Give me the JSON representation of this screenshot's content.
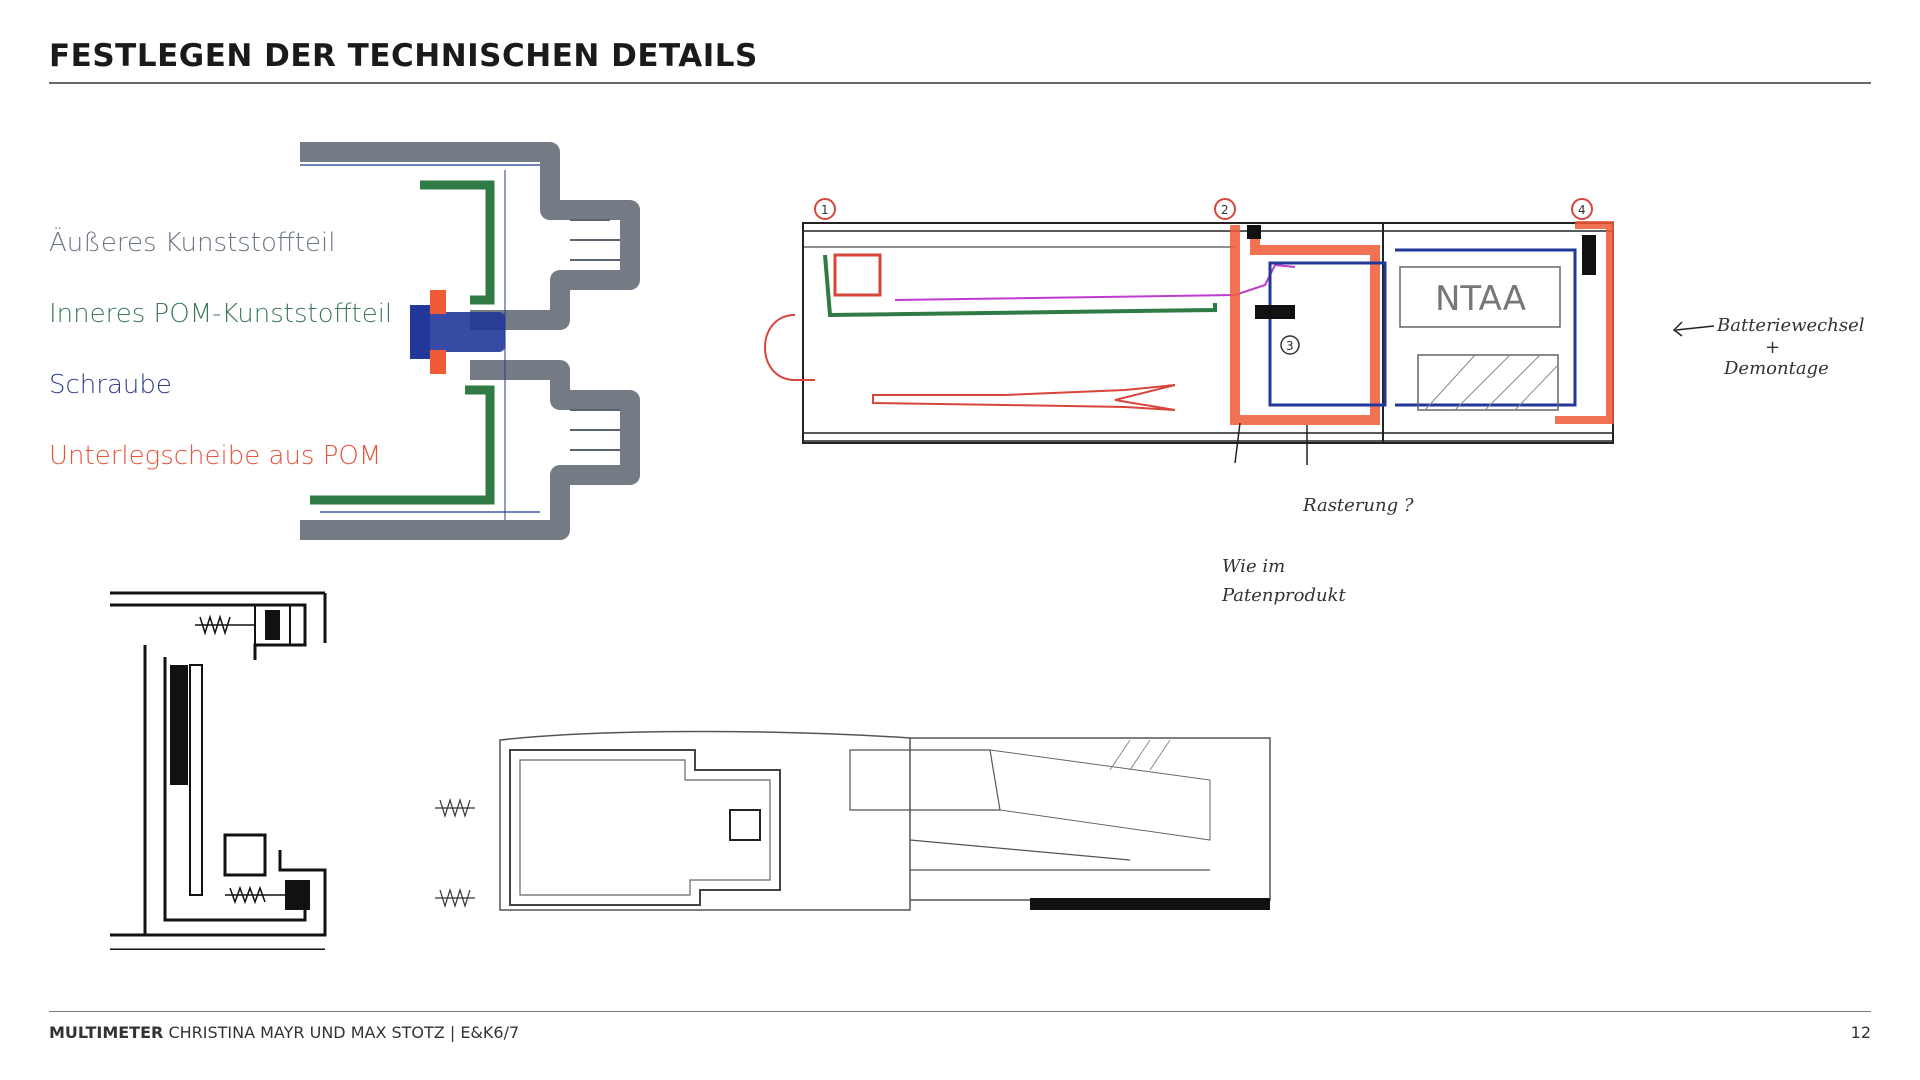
{
  "page": {
    "title": "FESTLEGEN DER TECHNISCHEN DETAILS",
    "page_number": "12"
  },
  "legend": [
    {
      "label": "Äußeres Kunststoffteil",
      "color": "#6b7584"
    },
    {
      "label": "Inneres POM-Kunststoffteil",
      "color": "#3e7a56"
    },
    {
      "label": "Schraube",
      "color": "#2e3f86"
    },
    {
      "label": "Unterlegscheibe aus POM",
      "color": "#e2563b"
    }
  ],
  "annotations": {
    "battery": "Batteriewechsel",
    "plus": "+",
    "demontage": "Demontage",
    "rasterung": "Rasterung ?",
    "wie_im": "Wie im",
    "patenprodukt": "Patenprodukt",
    "label_ntaa": "NTAA",
    "markers": [
      "1",
      "2",
      "3",
      "4"
    ]
  },
  "footer": {
    "project": "MULTIMETER",
    "authors": "CHRISTINA MAYR UND MAX STOTZ | E&K6/7"
  },
  "colors": {
    "outer": "#5c6470",
    "inner": "#2f7a45",
    "screw": "#22379a",
    "washer": "#f05a36",
    "magenta": "#c03cd0",
    "red_line": "#d8453a",
    "ink": "#111111"
  }
}
